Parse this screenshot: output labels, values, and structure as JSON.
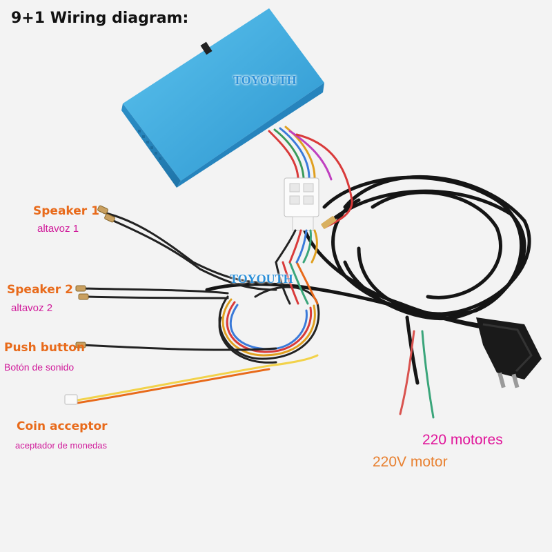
{
  "title": "9+1 Wiring diagram:",
  "watermark": "TOYOUTH",
  "labels": {
    "speaker1": {
      "en": "Speaker 1",
      "es": "altavoz 1"
    },
    "speaker2": {
      "en": "Speaker 2",
      "es": "altavoz 2"
    },
    "push_button": {
      "en": "Push button",
      "es": "Botón de sonido"
    },
    "coin_acceptor": {
      "en": "Coin acceptor",
      "es": "aceptador de monedas"
    },
    "motor_es": "220 motores",
    "motor_en": "220V motor"
  },
  "colors": {
    "box": "#3aa7dc",
    "label_en": "#e86a1a",
    "label_es": "#d01a9a",
    "watermark": "#2a8fd8",
    "coin_wire": "#f2d24a"
  },
  "icons": [
    "control-box",
    "connector-plug",
    "power-plug"
  ]
}
